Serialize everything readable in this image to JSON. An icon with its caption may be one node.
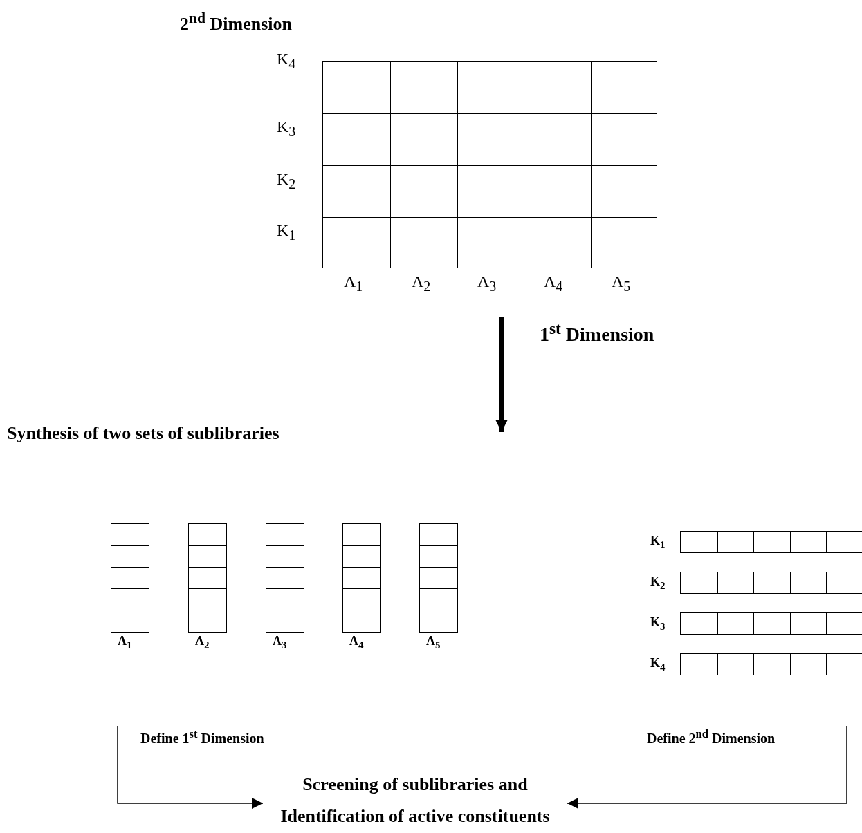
{
  "diagram": {
    "nodes": [
      {
        "text": [],
        "shape": "grid",
        "beside": [
          "K$_{4}$",
          "K$_{3}$",
          "K$_{2}$",
          "K$_{1}$",
          "A$_{1}$",
          "A$_{2}$",
          "A$_{3}$",
          "A$_{4}$",
          "A$_{5}$"
        ]
      },
      {
        "text": [
          "A$_{1}$"
        ]
      },
      {
        "text": [
          "A$_{2}$"
        ]
      },
      {
        "text": [
          "A$_{3}$"
        ]
      },
      {
        "text": [
          "A$_{4}$"
        ]
      },
      {
        "text": [
          "A$_{5}$"
        ]
      },
      {
        "text": [
          "K$_{1}$"
        ]
      },
      {
        "text": [
          "K$_{2}$"
        ]
      },
      {
        "text": [
          "K$_{3}$"
        ]
      },
      {
        "text": [
          "K$_{4}$"
        ]
      },
      {
        "text": [
          "Screening of sublibraries and Identification of active constituents"
        ]
      }
    ],
    "edges": [
      {
        "from": null,
        "to": 10,
        "arrow": "to",
        "label": "Define 1$^{st}$ Dimension"
      },
      {
        "from": null,
        "to": 10,
        "arrow": "to",
        "label": "Define 2$^{nd}$ Dimension"
      }
    ],
    "labels": [
      "2$^{nd}$ Dimension",
      "1$^{st}$ Dimension",
      "Synthesis of two sets of sublibraries"
    ]
  }
}
